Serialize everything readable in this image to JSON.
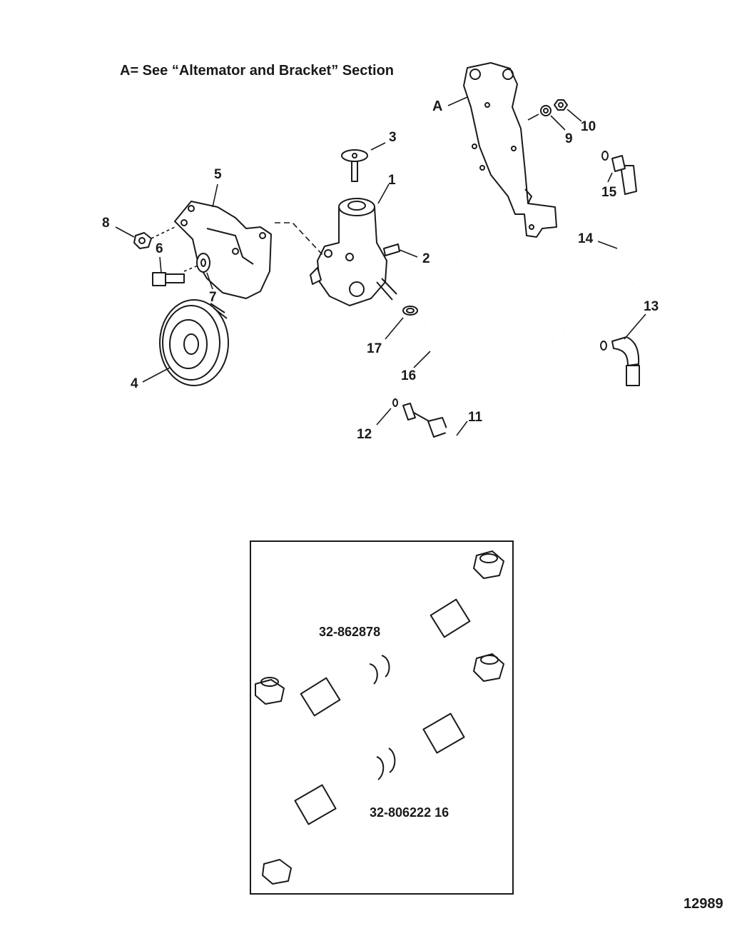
{
  "note": "A= See “Altemator and Bracket” Section",
  "callout_a": "A",
  "labels": {
    "l1": "1",
    "l2": "2",
    "l3": "3",
    "l4": "4",
    "l5": "5",
    "l6": "6",
    "l7": "7",
    "l8": "8",
    "l9": "9",
    "l10": "10",
    "l11": "11",
    "l12": "12",
    "l13": "13",
    "l14": "14",
    "l15": "15",
    "l16": "16",
    "l17": "17"
  },
  "inset": {
    "part_number_1": "32-862878",
    "part_number_2": "32-806222 16"
  },
  "figure_number": "12989"
}
